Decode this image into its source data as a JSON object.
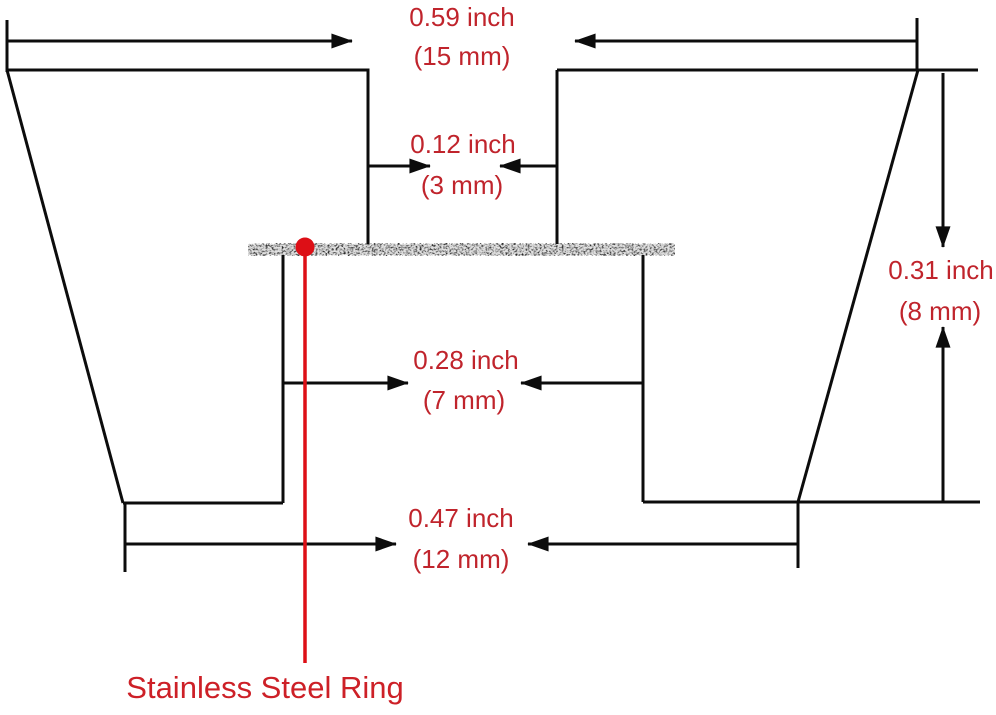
{
  "label": {
    "text": "Stainless Steel Ring"
  },
  "colors": {
    "line": "#0c0c0c",
    "dim_text": "#c0242c",
    "label_text": "#cd2027",
    "marker_red": "#dd0f16"
  },
  "dims": {
    "top": {
      "inch": "0.59 inch",
      "mm": "(15 mm)"
    },
    "gap": {
      "inch": "0.12 inch",
      "mm": "(3 mm)"
    },
    "barrel": {
      "inch": "0.28 inch",
      "mm": "(7 mm)"
    },
    "bottom": {
      "inch": "0.47 inch",
      "mm": "(12 mm)"
    },
    "height": {
      "inch": "0.31 inch",
      "mm": "(8 mm)"
    }
  }
}
